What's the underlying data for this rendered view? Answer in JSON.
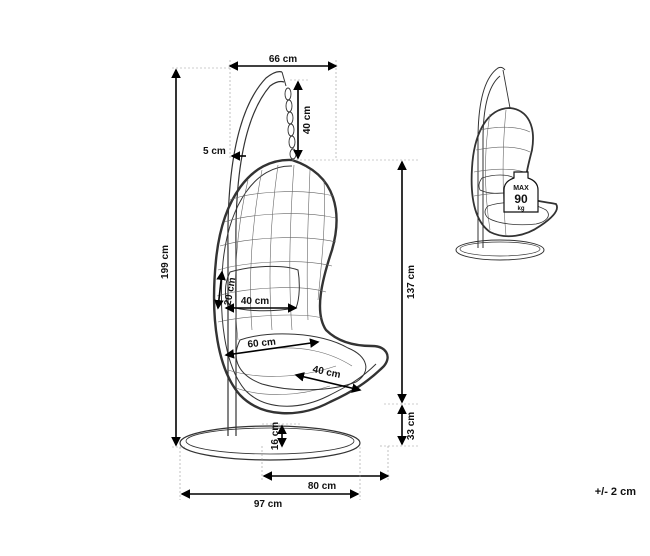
{
  "dimensions": {
    "top_width": "66 cm",
    "chain_length": "40 cm",
    "pole_gap": "5 cm",
    "total_height": "199 cm",
    "chair_height": "137 cm",
    "back_cushion_height": "20 cm",
    "back_cushion_width": "40 cm",
    "seat_width": "60 cm",
    "seat_cushion_depth": "40 cm",
    "ground_to_chair": "33 cm",
    "base_height": "16 cm",
    "base_width": "80 cm",
    "total_width": "97 cm"
  },
  "load_badge": {
    "label": "MAX",
    "value": "90",
    "unit": "kg"
  },
  "tolerance": "+/- 2 cm",
  "colors": {
    "line": "#333333",
    "arrow": "#000000",
    "background": "#ffffff"
  }
}
